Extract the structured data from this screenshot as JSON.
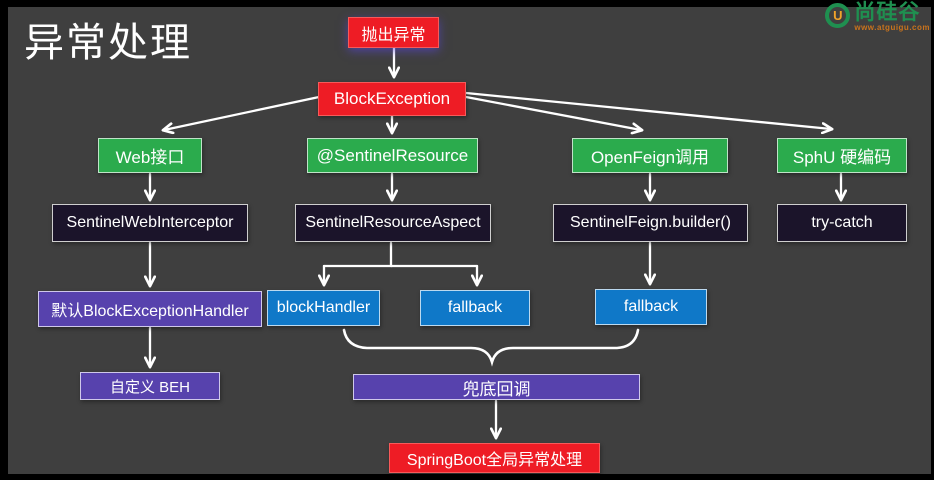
{
  "title": "异常处理",
  "logo": {
    "letter": "U",
    "brand": "尚硅谷",
    "url": "www.atguigu.com"
  },
  "colors": {
    "background": "#3f3f3f",
    "red": "#ee1c25",
    "green": "#2bab4d",
    "dark": "#1b142a",
    "purple": "#5742ad",
    "blue": "#0f78c8",
    "arrow": "#ffffff"
  },
  "diagram": {
    "nodes": {
      "throw_exception": {
        "label": "抛出异常",
        "type": "red"
      },
      "block_exception": {
        "label": "BlockException",
        "type": "red"
      },
      "web_api": {
        "label": "Web接口",
        "type": "green"
      },
      "sentinel_resource": {
        "label": "@SentinelResource",
        "type": "green"
      },
      "openfeign_call": {
        "label": "OpenFeign调用",
        "type": "green"
      },
      "sphu_hardcode": {
        "label": "SphU 硬编码",
        "type": "green"
      },
      "web_interceptor": {
        "label": "SentinelWebInterceptor",
        "type": "dark"
      },
      "resource_aspect": {
        "label": "SentinelResourceAspect",
        "type": "dark"
      },
      "feign_builder": {
        "label": "SentinelFeign.builder()",
        "type": "dark"
      },
      "try_catch": {
        "label": "try-catch",
        "type": "dark"
      },
      "default_handler": {
        "label": "默认BlockExceptionHandler",
        "type": "purple"
      },
      "custom_beh": {
        "label": "自定义 BEH",
        "type": "purple"
      },
      "block_handler": {
        "label": "blockHandler",
        "type": "blue"
      },
      "fallback_resource": {
        "label": "fallback",
        "type": "blue"
      },
      "fallback_feign": {
        "label": "fallback",
        "type": "blue"
      },
      "bottom_callback": {
        "label": "兜底回调",
        "type": "purple"
      },
      "springboot_global": {
        "label": "SpringBoot全局异常处理",
        "type": "red"
      }
    },
    "edges": [
      {
        "from": "抛出异常",
        "to": "BlockException"
      },
      {
        "from": "BlockException",
        "to": "Web接口"
      },
      {
        "from": "BlockException",
        "to": "@SentinelResource"
      },
      {
        "from": "BlockException",
        "to": "OpenFeign调用"
      },
      {
        "from": "BlockException",
        "to": "SphU 硬编码"
      },
      {
        "from": "Web接口",
        "to": "SentinelWebInterceptor"
      },
      {
        "from": "@SentinelResource",
        "to": "SentinelResourceAspect"
      },
      {
        "from": "OpenFeign调用",
        "to": "SentinelFeign.builder()"
      },
      {
        "from": "SphU 硬编码",
        "to": "try-catch"
      },
      {
        "from": "SentinelWebInterceptor",
        "to": "默认BlockExceptionHandler"
      },
      {
        "from": "默认BlockExceptionHandler",
        "to": "自定义 BEH"
      },
      {
        "from": "SentinelResourceAspect",
        "to": "blockHandler"
      },
      {
        "from": "SentinelResourceAspect",
        "to": "fallback"
      },
      {
        "from": "SentinelFeign.builder()",
        "to": "fallback"
      },
      {
        "from": "blockHandler, fallback, fallback",
        "to": "兜底回调",
        "type": "brace"
      },
      {
        "from": "兜底回调",
        "to": "SpringBoot全局异常处理"
      }
    ]
  }
}
